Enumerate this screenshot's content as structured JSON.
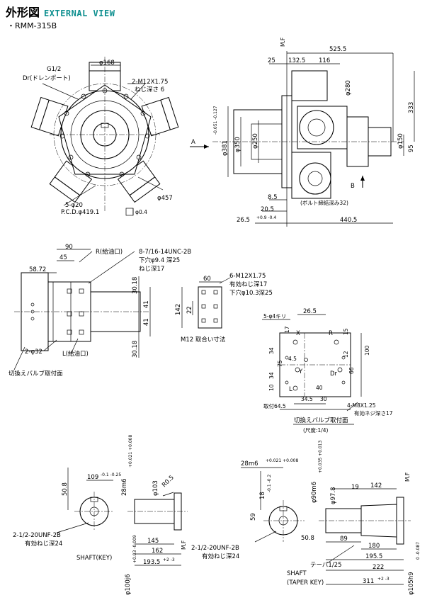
{
  "header": {
    "title_ja": "外形図",
    "title_en": "EXTERNAL VIEW",
    "model": "・RMM-315B"
  },
  "front_view": {
    "top_dia": "φ168",
    "g_label": "G1/2",
    "dr_label": "Dr(ドレンポート)",
    "bolt_label": "2-M12X1.75",
    "bolt_depth": "ねじ深さ 6",
    "holes": "5-φ20",
    "pcd": "P.C.D.φ419.1",
    "tol": "φ0.4",
    "outer_dia": "φ457"
  },
  "side_view": {
    "mf": "M.F",
    "d525": "525.5",
    "d25": "25",
    "d132": "132.5",
    "d116": "116",
    "d280": "φ280",
    "d333": "333",
    "d381": "φ381",
    "d381_tol": "-0.051 -0.127",
    "d350": "φ350",
    "d250": "φ250",
    "d150": "φ150",
    "d95": "95",
    "view_a": "A",
    "view_b": "B",
    "d8_5": "8.5",
    "bolt_note": "(ボルト締結深み32)",
    "d20_5": "20.5",
    "d26_5": "26.5",
    "d26_5_tol": "+0.9 -0.4",
    "d440": "440.5"
  },
  "view_a_detail": {
    "d90": "90",
    "d45": "45",
    "d58": "58.72",
    "r_label": "R(給油口)",
    "unc_label": "8-7/16-14UNC-2B",
    "unc_d1": "下穴φ9.4 深25",
    "unc_d2": "ねじ深17",
    "d30a": "30.18",
    "d41a": "41",
    "d41b": "41",
    "d30b": "30.18",
    "d32": "2-φ32",
    "l_label": "L(給油口)",
    "valve_face": "切換えバルブ取付面"
  },
  "m12_detail": {
    "d60": "60",
    "d142": "142",
    "d22": "22",
    "bolt": "6-M12X1.75",
    "depth1": "有効ねじ深17",
    "depth2": "下穴φ10.3深25",
    "caption": "M12 取合い寸法"
  },
  "valve_detail": {
    "holes": "5-φ4キリ",
    "d26": "26.5",
    "x": "X",
    "r": "R",
    "dr": "Dr",
    "y": "Y",
    "l": "L",
    "d17": "17",
    "d15": "15",
    "d34a": "34",
    "d4_5": "4.5",
    "d75": "75",
    "d34b": "34",
    "d10": "10",
    "d12": "12",
    "d66": "66",
    "d100": "100",
    "d40": "40",
    "d34_5": "34.5",
    "d30": "30",
    "pitch": "取付64.5",
    "bolt": "4-M8X1.25",
    "depth": "有効ネジ深さ17",
    "caption": "切換えバルブ取付面",
    "scale": "(尺度:1/4)"
  },
  "shaft_key": {
    "d50": "50.8",
    "key": "109",
    "key_tol": "-0.1 -0.25",
    "d28": "28m6",
    "d28_tol": "+0.021 +0.008",
    "d103": "φ103",
    "r05": "R0.5",
    "thread": "2-1/2-20UNF-2B",
    "depth": "有効ねじ深24",
    "d145": "145",
    "d162": "162",
    "d193": "193.5",
    "d193_tol": "+2 -3",
    "d100": "φ100j6",
    "d100_tol": "+0.03 -0.009",
    "mf": "M.F",
    "caption": "SHAFT(KEY)"
  },
  "shaft_taper": {
    "d28": "28m6",
    "d28_tol": "+0.021 +0.008",
    "d18": "18",
    "d18_tol": "-0.1 -0.2",
    "d59": "59",
    "thread": "2-1/2-20UNF-2B",
    "depth": "有効ねじ深24",
    "d50": "50.8",
    "d90": "φ90m6",
    "d90_tol": "+0.035 +0.013",
    "d97": "φ97.8",
    "d19": "19",
    "d142": "142",
    "d89": "89",
    "d180": "180",
    "d195": "195.5",
    "d222": "222",
    "d311": "311",
    "d311_tol": "+2 -3",
    "d105": "φ105h9",
    "d105_tol": "0 -0.087",
    "mf": "M.F",
    "taper": "テーパ1/25",
    "caption1": "SHAFT",
    "caption2": "(TAPER KEY)"
  }
}
